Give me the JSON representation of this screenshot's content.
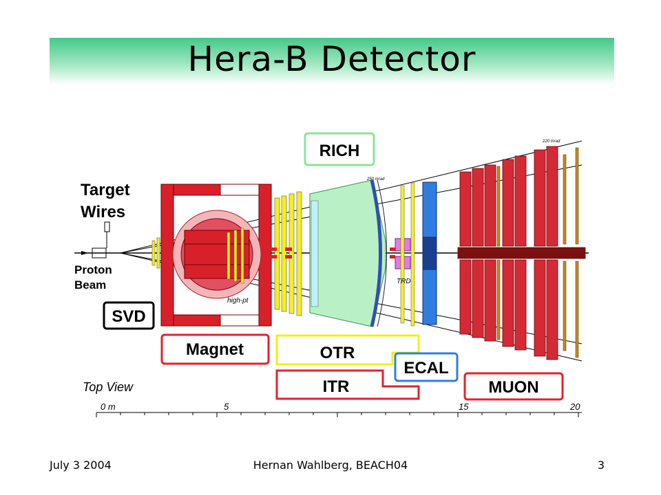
{
  "slide": {
    "title": "Hera-B Detector",
    "footer": {
      "date": "July 3 2004",
      "author": "Hernan Wahlberg, BEACH04",
      "page": "3"
    }
  },
  "diagram": {
    "labels": {
      "target_wires": [
        "Target",
        "Wires"
      ],
      "proton_beam": [
        "Proton",
        "Beam"
      ],
      "svd": "SVD",
      "magnet": "Magnet",
      "rich": "RICH",
      "otr": "OTR",
      "itr": "ITR",
      "ecal": "ECAL",
      "muon": "MUON",
      "trd": "TRD",
      "high_pt": "high-pt",
      "top_view": "Top View",
      "mrad_250": "250 mrad",
      "mrad_220": "220 mrad"
    },
    "scale": {
      "ticks": [
        "0 m",
        "5",
        "15",
        "20"
      ]
    },
    "colors": {
      "magnet_red": "#d8202a",
      "muon_red": "#d42a36",
      "station_yellow": "#f6ef1a",
      "rich_green": "#b9f0c6",
      "ecal_blue": "#2f7de0",
      "trd_magenta": "#e07ae8",
      "otr_box": "#f1f012",
      "itr_box": "#e4202c",
      "rich_box": "#8de29a",
      "ecal_box": "#2f7de0",
      "svd_box": "#000000"
    }
  }
}
